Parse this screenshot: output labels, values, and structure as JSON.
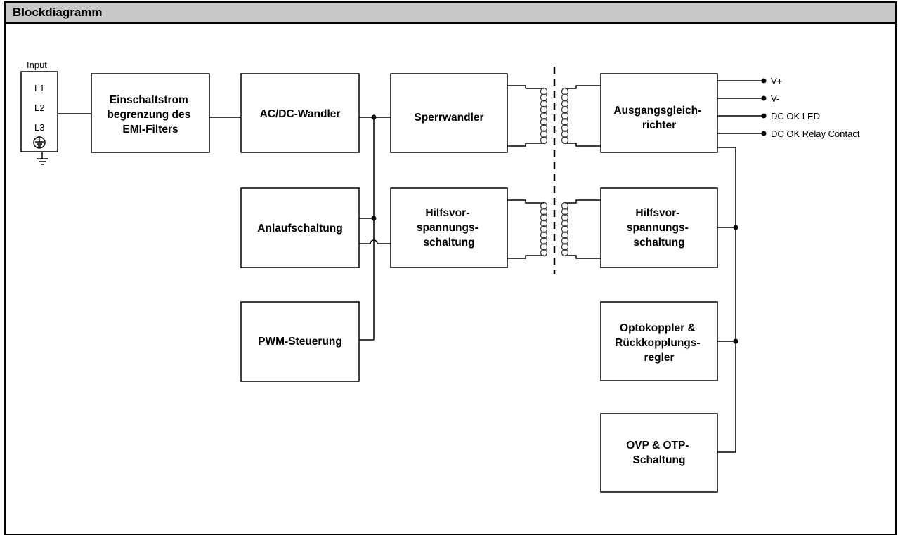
{
  "title": "Blockdiagramm",
  "input": {
    "label": "Input",
    "terminals": [
      "L1",
      "L2",
      "L3"
    ]
  },
  "blocks": {
    "inrush": [
      "Einschaltstrom",
      "begrenzung des",
      "EMI-Filters"
    ],
    "acdc": [
      "AC/DC-Wandler"
    ],
    "flyback": [
      "Sperrwandler"
    ],
    "rectifier": [
      "Ausgangsgleich-",
      "richter"
    ],
    "startup": [
      "Anlaufschaltung"
    ],
    "aux_primary": [
      "Hilfsvor-",
      "spannungs-",
      "schaltung"
    ],
    "aux_secondary": [
      "Hilfsvor-",
      "spannungs-",
      "schaltung"
    ],
    "pwm": [
      "PWM-Steuerung"
    ],
    "opto": [
      "Optokoppler &",
      "Rückkopplungs-",
      "regler"
    ],
    "ovp": [
      "OVP & OTP-",
      "Schaltung"
    ]
  },
  "outputs": [
    "V+",
    "V-",
    "DC OK LED",
    "DC OK Relay Contact"
  ]
}
